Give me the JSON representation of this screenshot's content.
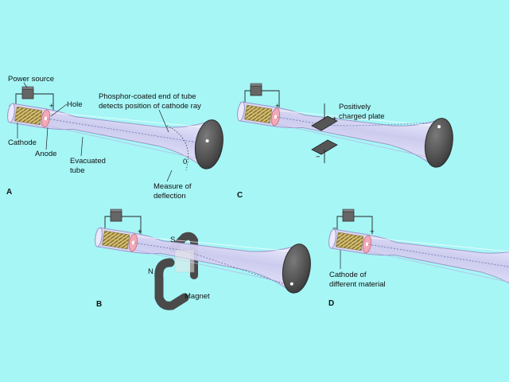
{
  "colors": {
    "background": "#a6f6f6",
    "tube_glass": "#dcd8f4",
    "tube_outline": "#9a94c8",
    "screen": "#555555",
    "battery": "#666666",
    "cathode_coil": "#d8c070",
    "anode": "#f2a8b6",
    "plate": "#555555",
    "magnet": "#4a4a4a"
  },
  "panels": {
    "A": {
      "letter": "A",
      "power_source": "Power source",
      "minus": "−",
      "plus": "+",
      "hole": "Hole",
      "cathode": "Cathode",
      "anode": "Anode",
      "evacuated_1": "Evacuated",
      "evacuated_2": "tube",
      "phosphor_1": "Phosphor-coated end of tube",
      "phosphor_2": "detects position of cathode ray",
      "measure_1": "Measure of",
      "measure_2": "deflection",
      "zero": "0"
    },
    "B": {
      "letter": "B",
      "minus": "−",
      "plus": "+",
      "north": "N",
      "south": "S",
      "magnet": "Magnet"
    },
    "C": {
      "letter": "C",
      "minus": "−",
      "plus": "+",
      "plate_1": "Positively",
      "plate_2": "charged plate",
      "plate_plus": "+",
      "plate_minus": "−"
    },
    "D": {
      "letter": "D",
      "minus": "−",
      "plus": "+",
      "cathode_1": "Cathode of",
      "cathode_2": "different material"
    }
  }
}
